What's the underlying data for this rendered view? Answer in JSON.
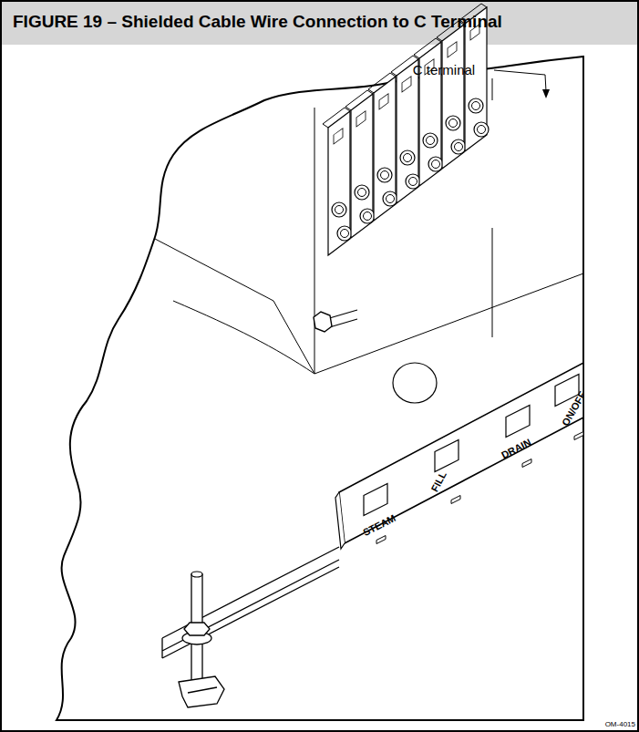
{
  "diagram": {
    "title": "FIGURE 19 – Shielded Cable Wire Connection to C Terminal",
    "labels": [
      "C terminal",
      "STEAM",
      "FILL",
      "DRAIN",
      "ON/OFF",
      "OM-4015"
    ]
  }
}
